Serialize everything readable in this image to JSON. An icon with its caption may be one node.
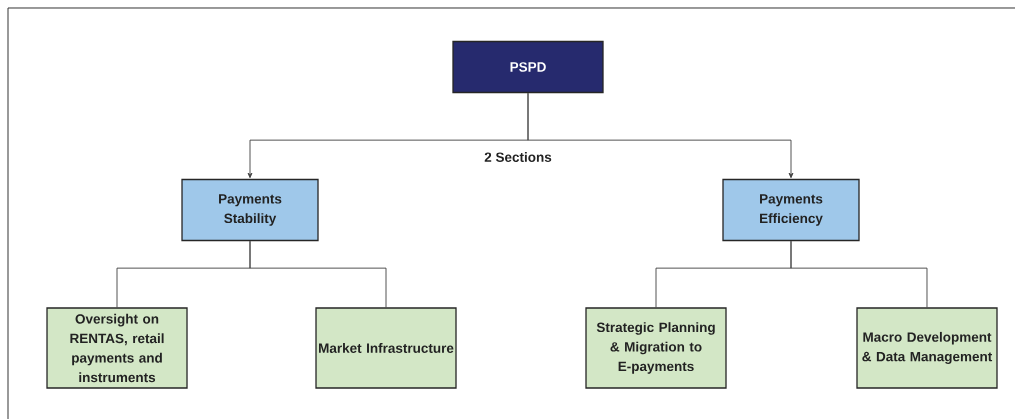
{
  "diagram": {
    "nodes": [
      {
        "text": [
          "PSPD"
        ]
      },
      {
        "text": [
          "Payments Stability"
        ]
      },
      {
        "text": [
          "Payments Efficiency"
        ]
      },
      {
        "text": [
          "Oversight on RENTAS, retail payments and instruments"
        ]
      },
      {
        "text": [
          "Market Infrastructure"
        ]
      },
      {
        "text": [
          "Strategic Planning & Migration to E-payments"
        ]
      },
      {
        "text": [
          "Macro Development & Data Management"
        ]
      }
    ],
    "edges": [
      {
        "from": 0,
        "to": 1,
        "arrow": "to"
      },
      {
        "from": 0,
        "to": 2,
        "arrow": "to"
      },
      {
        "from": 1,
        "to": 3,
        "arrow": "none"
      },
      {
        "from": 1,
        "to": 4,
        "arrow": "none"
      },
      {
        "from": 2,
        "to": 5,
        "arrow": "none"
      },
      {
        "from": 2,
        "to": 6,
        "arrow": "none"
      }
    ],
    "labels": [
      "2 Sections"
    ]
  }
}
